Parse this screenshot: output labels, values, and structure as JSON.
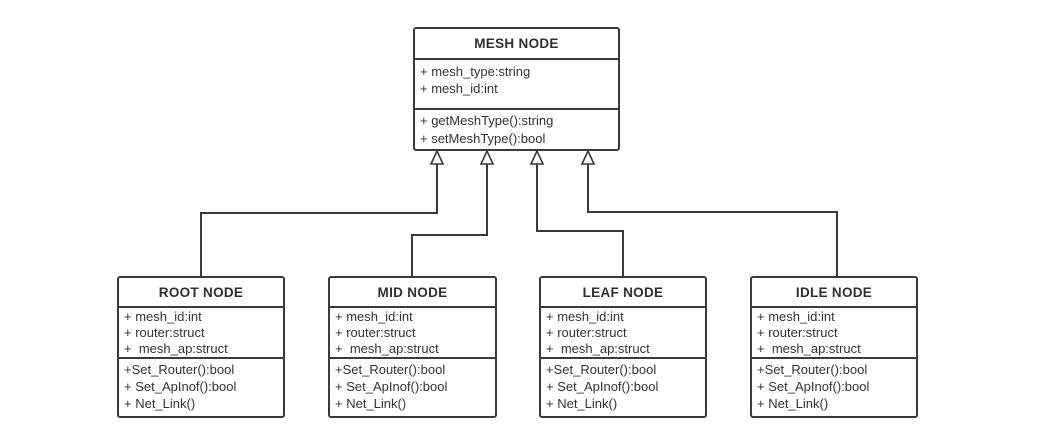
{
  "diagram": {
    "kind": "uml-class-diagram",
    "background_color": "#ffffff",
    "line_color": "#3a3a3a",
    "text_color": "#333333"
  },
  "classes": [
    {
      "id": "mesh-node",
      "title": "MESH NODE",
      "attributes": [
        "+ mesh_type:string",
        "+ mesh_id:int"
      ],
      "methods": [
        "+ getMeshType():string",
        "+ setMeshType():bool"
      ]
    },
    {
      "id": "root-node",
      "title": "ROOT NODE",
      "attributes": [
        "+ mesh_id:int",
        "+ router:struct",
        "+  mesh_ap:struct"
      ],
      "methods": [
        "+Set_Router():bool",
        "+ Set_ApInof():bool",
        "+ Net_Link()"
      ]
    },
    {
      "id": "mid-node",
      "title": "MID NODE",
      "attributes": [
        "+ mesh_id:int",
        "+ router:struct",
        "+  mesh_ap:struct"
      ],
      "methods": [
        "+Set_Router():bool",
        "+ Set_ApInof():bool",
        "+ Net_Link()"
      ]
    },
    {
      "id": "leaf-node",
      "title": "LEAF NODE",
      "attributes": [
        "+ mesh_id:int",
        "+ router:struct",
        "+  mesh_ap:struct"
      ],
      "methods": [
        "+Set_Router():bool",
        "+ Set_ApInof():bool",
        "+ Net_Link()"
      ]
    },
    {
      "id": "idle-node",
      "title": "IDLE NODE",
      "attributes": [
        "+ mesh_id:int",
        "+ router:struct",
        "+  mesh_ap:struct"
      ],
      "methods": [
        "+Set_Router():bool",
        "+ Set_ApInof():bool",
        "+ Net_Link()"
      ]
    }
  ],
  "relations": [
    {
      "from": "root-node",
      "to": "mesh-node",
      "type": "generalization"
    },
    {
      "from": "mid-node",
      "to": "mesh-node",
      "type": "generalization"
    },
    {
      "from": "leaf-node",
      "to": "mesh-node",
      "type": "generalization"
    },
    {
      "from": "idle-node",
      "to": "mesh-node",
      "type": "generalization"
    }
  ]
}
